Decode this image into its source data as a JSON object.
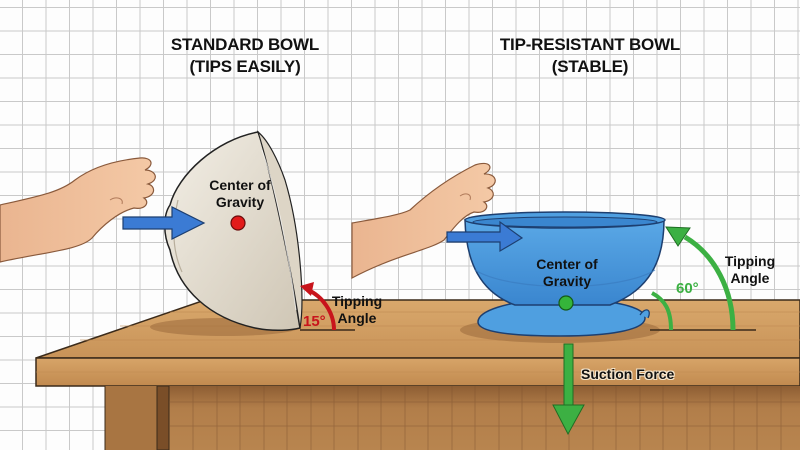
{
  "panels": [
    {
      "title": "STANDARD BOWL",
      "subtitle": "(TIPS EASILY)",
      "cog_label_line1": "Center of",
      "cog_label_line2": "Gravity",
      "cog_color": "#e21b1b",
      "bowl_color": "#ece6da",
      "tipping_label_line1": "Tipping",
      "tipping_label_line2": "Angle",
      "tipping_angle": "15°",
      "angle_color": "#c8141c",
      "push_arrow_color": "#3b7bd4"
    },
    {
      "title": "TIP-RESISTANT BOWL",
      "subtitle": "(STABLE)",
      "cog_label_line1": "Center of",
      "cog_label_line2": "Gravity",
      "cog_color": "#35b53a",
      "bowl_color": "#4f9fe0",
      "tipping_label_line1": "Tipping",
      "tipping_label_line2": "Angle",
      "tipping_angle": "60°",
      "angle_color": "#3cb043",
      "push_arrow_color": "#3b7bd4",
      "force_label": "Suction Force",
      "force_color": "#3cb043"
    }
  ]
}
